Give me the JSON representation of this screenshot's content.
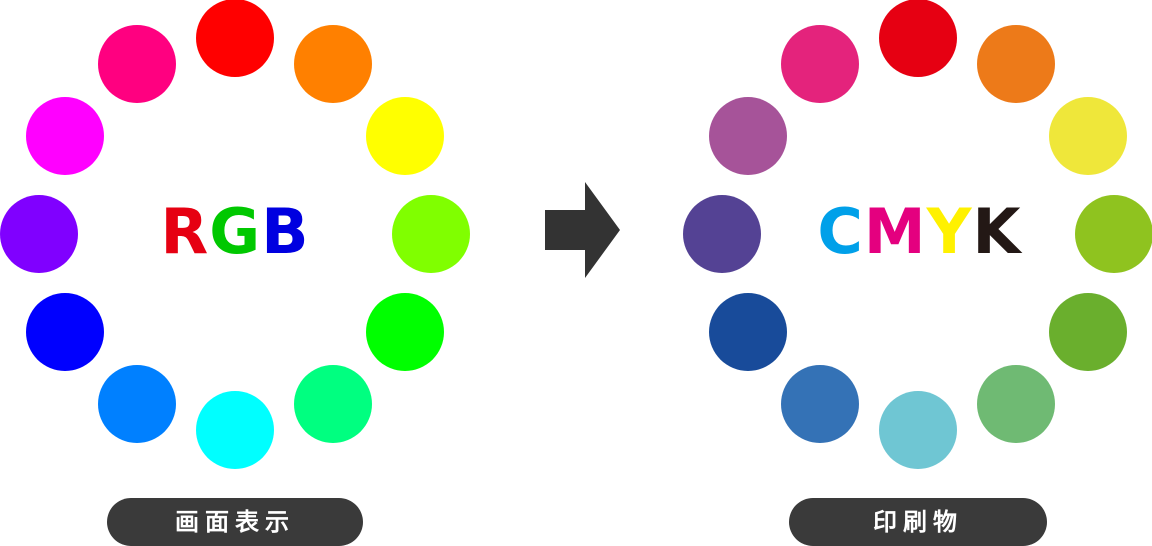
{
  "rgb_wheel": {
    "colors": [
      "#ff0000",
      "#ff8000",
      "#ffff00",
      "#80ff00",
      "#00ff00",
      "#00ff80",
      "#00ffff",
      "#0080ff",
      "#0000ff",
      "#8000ff",
      "#ff00ff",
      "#ff0080"
    ],
    "label_letters": [
      {
        "char": "R",
        "color": "#e60012"
      },
      {
        "char": "G",
        "color": "#00c800"
      },
      {
        "char": "B",
        "color": "#0000e0"
      }
    ],
    "caption": "画面表示"
  },
  "cmyk_wheel": {
    "colors": [
      "#e60012",
      "#ed7a19",
      "#efe73a",
      "#8fc31f",
      "#6aaf2d",
      "#6fba73",
      "#6fc6d3",
      "#3472b6",
      "#184b9a",
      "#544294",
      "#a65399",
      "#e4237c"
    ],
    "label_letters": [
      {
        "char": "C",
        "color": "#00a0e9"
      },
      {
        "char": "M",
        "color": "#e4007f"
      },
      {
        "char": "Y",
        "color": "#fff100"
      },
      {
        "char": "K",
        "color": "#231815"
      }
    ],
    "caption": "印刷物"
  },
  "arrow": {
    "icon": "right-arrow-icon",
    "color": "#333333"
  }
}
